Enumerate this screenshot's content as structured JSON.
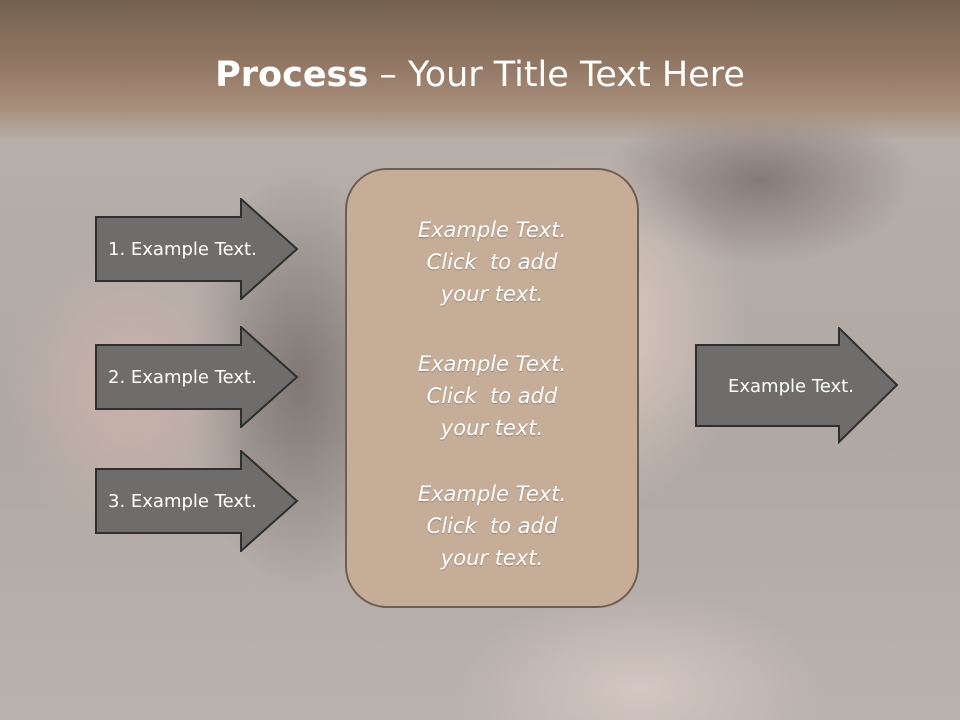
{
  "slide": {
    "title_bold": "Process",
    "title_rest": " – Your Title Text Here"
  },
  "left_arrows": [
    {
      "label": "1. Example Text."
    },
    {
      "label": "2. Example Text."
    },
    {
      "label": "3. Example Text."
    }
  ],
  "center_box": {
    "blocks": [
      {
        "line1": "Example Text.",
        "line2": "Click  to add",
        "line3": "your text."
      },
      {
        "line1": "Example Text.",
        "line2": "Click  to add",
        "line3": "your text."
      },
      {
        "line1": "Example Text.",
        "line2": "Click  to add",
        "line3": "your text."
      }
    ]
  },
  "right_arrow": {
    "label": "Example Text."
  },
  "colors": {
    "arrow_fill": "#6f6d6c",
    "box_fill": "#c6ad98",
    "title_bar": "#917763"
  }
}
